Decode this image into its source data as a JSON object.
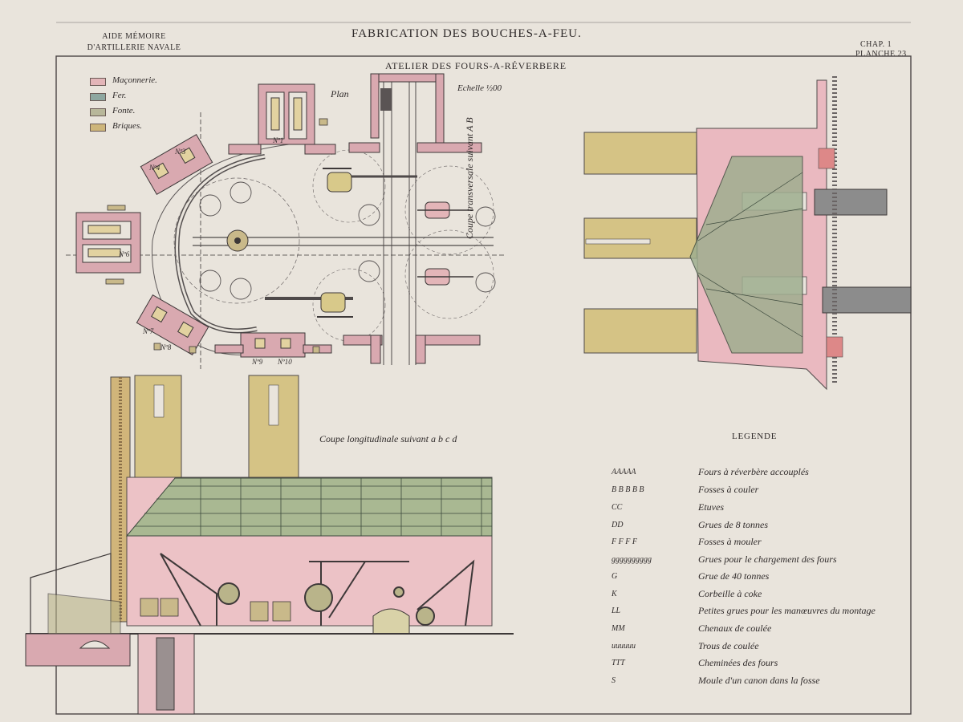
{
  "header": {
    "left_line1": "AIDE MÉMOIRE",
    "left_line2": "D'ARTILLERIE NAVALE",
    "title": "FABRICATION DES BOUCHES-A-FEU.",
    "right_line1": "CHAP. 1",
    "right_line2": "PLANCHE 23"
  },
  "plan": {
    "title": "ATELIER DES FOURS-A-RÉVERBERE",
    "plan_label": "Plan",
    "scale_label": "Echelle ½00",
    "furnace_labels": [
      "Nº3",
      "Nº4",
      "Nº1",
      "Nº6",
      "Nº7",
      "Nº8",
      "Nº9",
      "Nº10"
    ]
  },
  "materials": [
    {
      "label": "Maçonnerie.",
      "color": "#e3b5b8"
    },
    {
      "label": "Fer.",
      "color": "#8ea7a0"
    },
    {
      "label": "Fonte.",
      "color": "#b8b79a"
    },
    {
      "label": "Briques.",
      "color": "#cdb57a"
    }
  ],
  "sections": {
    "transverse": "Coupe transversale suivant A B",
    "longitudinal": "Coupe longitudinale suivant a b c d"
  },
  "legend": {
    "title": "LEGENDE",
    "items": [
      {
        "code": "AAAAA",
        "desc": "Fours à réverbère accouplés"
      },
      {
        "code": "B B B B B",
        "desc": "Fosses à couler"
      },
      {
        "code": "CC",
        "desc": "Etuves"
      },
      {
        "code": "DD",
        "desc": "Grues de 8 tonnes"
      },
      {
        "code": "F F F F",
        "desc": "Fosses à mouler"
      },
      {
        "code": "gggggggggg",
        "desc": "Grues pour le chargement des fours"
      },
      {
        "code": "G",
        "desc": "Grue de 40 tonnes"
      },
      {
        "code": "K",
        "desc": "Corbeille à coke"
      },
      {
        "code": "LL",
        "desc": "Petites grues pour les manœuvres du montage"
      },
      {
        "code": "MM",
        "desc": "Chenaux de coulée"
      },
      {
        "code": "uuuuuu",
        "desc": "Trous de coulée"
      },
      {
        "code": "TTT",
        "desc": "Cheminées des fours"
      },
      {
        "code": "S",
        "desc": "Moule d'un canon dans la fosse"
      }
    ]
  }
}
